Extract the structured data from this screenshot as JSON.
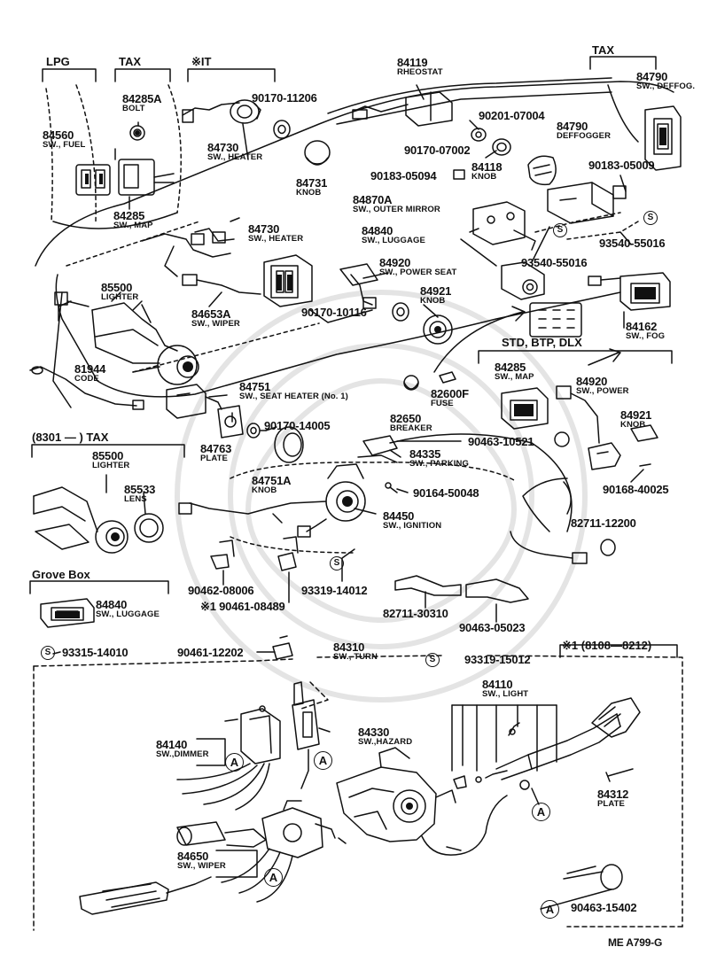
{
  "headers": {
    "lpg": "LPG",
    "tax_top_left": "TAX",
    "it": "※IT",
    "tax_top_right": "TAX",
    "std_btp_dlx": "STD, BTP, DLX",
    "tax_8301": "(8301 —    ) TAX",
    "grove_box": "Grove Box",
    "range_8108": "※1 (8108—8212)"
  },
  "parts": [
    {
      "id": "p84285a",
      "number": "84285A",
      "name": "BOLT"
    },
    {
      "id": "p84560",
      "number": "84560",
      "name": "SW., FUEL"
    },
    {
      "id": "p84285",
      "number": "84285",
      "name": "SW., MAP"
    },
    {
      "id": "p90170_11206",
      "number": "90170-11206",
      "name": ""
    },
    {
      "id": "p84730a",
      "number": "84730",
      "name": "SW., HEATER"
    },
    {
      "id": "p84731",
      "number": "84731",
      "name": "KNOB"
    },
    {
      "id": "p84730b",
      "number": "84730",
      "name": "SW., HEATER"
    },
    {
      "id": "p84119",
      "number": "84119",
      "name": "RHEOSTAT"
    },
    {
      "id": "p90201_07004",
      "number": "90201-07004",
      "name": ""
    },
    {
      "id": "p90170_07002",
      "number": "90170-07002",
      "name": ""
    },
    {
      "id": "p84790a",
      "number": "84790",
      "name": "DEFFOGGER"
    },
    {
      "id": "p84790b",
      "number": "84790",
      "name": "SW., DEFFOG."
    },
    {
      "id": "p90183_05094",
      "number": "90183-05094",
      "name": ""
    },
    {
      "id": "p84118",
      "number": "84118",
      "name": "KNOB"
    },
    {
      "id": "p90183_05009",
      "number": "90183-05009",
      "name": ""
    },
    {
      "id": "p84870a",
      "number": "84870A",
      "name": "SW., OUTER MIRROR"
    },
    {
      "id": "p84840a",
      "number": "84840",
      "name": "SW., LUGGAGE"
    },
    {
      "id": "p93540a",
      "number": "93540-55016",
      "name": ""
    },
    {
      "id": "p93540b",
      "number": "93540-55016",
      "name": ""
    },
    {
      "id": "p85500a",
      "number": "85500",
      "name": "LIGHTER"
    },
    {
      "id": "p84653a",
      "number": "84653A",
      "name": "SW., WIPER"
    },
    {
      "id": "p84920a",
      "number": "84920",
      "name": "SW., POWER SEAT"
    },
    {
      "id": "p84921a",
      "number": "84921",
      "name": "KNOB"
    },
    {
      "id": "p90170_10116",
      "number": "90170-10116",
      "name": ""
    },
    {
      "id": "p84162",
      "number": "84162",
      "name": "SW., FOG"
    },
    {
      "id": "p81944",
      "number": "81944",
      "name": "CODE"
    },
    {
      "id": "p84751",
      "number": "84751",
      "name": "SW., SEAT HEATER (No. 1)"
    },
    {
      "id": "p82600f",
      "number": "82600F",
      "name": "FUSE"
    },
    {
      "id": "p82650",
      "number": "82650",
      "name": "BREAKER"
    },
    {
      "id": "p84285b",
      "number": "84285",
      "name": "SW., MAP"
    },
    {
      "id": "p84920b",
      "number": "84920",
      "name": "SW., POWER"
    },
    {
      "id": "p84921b",
      "number": "84921",
      "name": "KNOB"
    },
    {
      "id": "p90170_14005",
      "number": "90170-14005",
      "name": ""
    },
    {
      "id": "p84763",
      "number": "84763",
      "name": "PLATE"
    },
    {
      "id": "p90463_10521",
      "number": "90463-10521",
      "name": ""
    },
    {
      "id": "p84335",
      "number": "84335",
      "name": "SW., PARKING"
    },
    {
      "id": "p90168_40025",
      "number": "90168-40025",
      "name": ""
    },
    {
      "id": "p84751a",
      "number": "84751A",
      "name": "KNOB"
    },
    {
      "id": "p90164_50048",
      "number": "90164-50048",
      "name": ""
    },
    {
      "id": "p85500b",
      "number": "85500",
      "name": "LIGHTER"
    },
    {
      "id": "p85533",
      "number": "85533",
      "name": "LENS"
    },
    {
      "id": "p84450",
      "number": "84450",
      "name": "SW., IGNITION"
    },
    {
      "id": "p82711_12200",
      "number": "82711-12200",
      "name": ""
    },
    {
      "id": "p90462_08006",
      "number": "90462-08006",
      "name": ""
    },
    {
      "id": "p93319_14012",
      "number": "93319-14012",
      "name": ""
    },
    {
      "id": "p90461_08489",
      "number": "※1 90461-08489",
      "name": ""
    },
    {
      "id": "p82711_30310",
      "number": "82711-30310",
      "name": ""
    },
    {
      "id": "p90463_05023",
      "number": "90463-05023",
      "name": ""
    },
    {
      "id": "p84840b",
      "number": "84840",
      "name": "SW., LUGGAGE"
    },
    {
      "id": "p93315_14010",
      "number": "93315-14010",
      "name": ""
    },
    {
      "id": "p90461_12202",
      "number": "90461-12202",
      "name": ""
    },
    {
      "id": "p84310",
      "number": "84310",
      "name": "SW., TURN"
    },
    {
      "id": "p93319_15012",
      "number": "93319-15012",
      "name": ""
    },
    {
      "id": "p84110",
      "number": "84110",
      "name": "SW., LIGHT"
    },
    {
      "id": "p84140",
      "number": "84140",
      "name": "SW.,DIMMER"
    },
    {
      "id": "p84330",
      "number": "84330",
      "name": "SW.,HAZARD"
    },
    {
      "id": "p84312",
      "number": "84312",
      "name": "PLATE"
    },
    {
      "id": "p84650",
      "number": "84650",
      "name": "SW., WIPER"
    },
    {
      "id": "p90463_15402",
      "number": "90463-15402",
      "name": ""
    }
  ],
  "symbols": {
    "s": "S",
    "a": "A"
  },
  "footer": {
    "ref": "ME  A799-G"
  }
}
